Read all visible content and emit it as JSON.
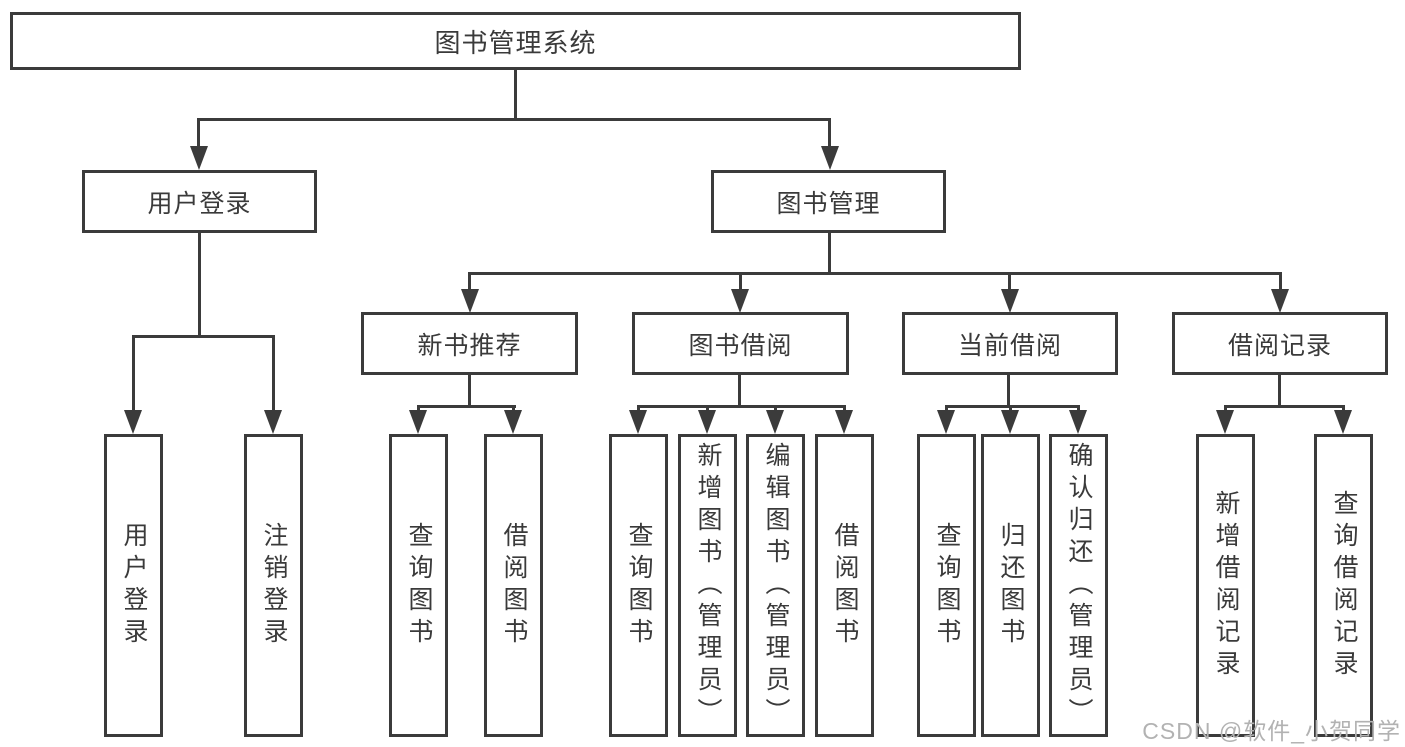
{
  "title": {
    "label": "图书管理系统"
  },
  "user_login": {
    "label": "用户登录",
    "children": [
      {
        "label": "用户登录"
      },
      {
        "label": "注销登录"
      }
    ]
  },
  "book_mgmt": {
    "label": "图书管理",
    "new_books": {
      "label": "新书推荐",
      "children": [
        {
          "label": "查询图书"
        },
        {
          "label": "借阅图书"
        }
      ]
    },
    "borrowing": {
      "label": "图书借阅",
      "children": [
        {
          "label": "查询图书"
        },
        {
          "label": "新增图书（管理员）"
        },
        {
          "label": "编辑图书（管理员）"
        },
        {
          "label": "借阅图书"
        }
      ]
    },
    "current": {
      "label": "当前借阅",
      "children": [
        {
          "label": "查询图书"
        },
        {
          "label": "归还图书"
        },
        {
          "label": "确认归还（管理员）"
        }
      ]
    },
    "records": {
      "label": "借阅记录",
      "children": [
        {
          "label": "新增借阅记录"
        },
        {
          "label": "查询借阅记录"
        }
      ]
    }
  },
  "watermark": {
    "label": "CSDN @软件_小贺同学"
  },
  "colors": {
    "line": "#3b3b3b",
    "text": "#3a3a3a",
    "watermark": "#b2b2b2"
  }
}
